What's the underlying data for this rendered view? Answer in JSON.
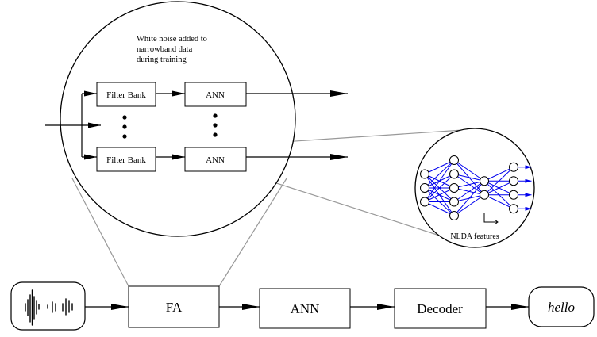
{
  "zoom_circle": {
    "note_lines": [
      "White noise added to",
      "narrowband data",
      "during training"
    ],
    "top_row": {
      "filter_label": "Filter Bank",
      "ann_label": "ANN"
    },
    "bottom_row": {
      "filter_label": "Filter Bank",
      "ann_label": "ANN"
    }
  },
  "network_inset": {
    "caption": "NLDA features",
    "layers": [
      3,
      5,
      2,
      4
    ]
  },
  "pipeline": {
    "fa_label": "FA",
    "ann_label": "ANN",
    "decoder_label": "Decoder",
    "output_label": "hello"
  },
  "colors": {
    "network_edges": "#0000ee",
    "lines": "#000000",
    "connector": "#999999"
  },
  "icons": [
    "waveform-icon"
  ]
}
